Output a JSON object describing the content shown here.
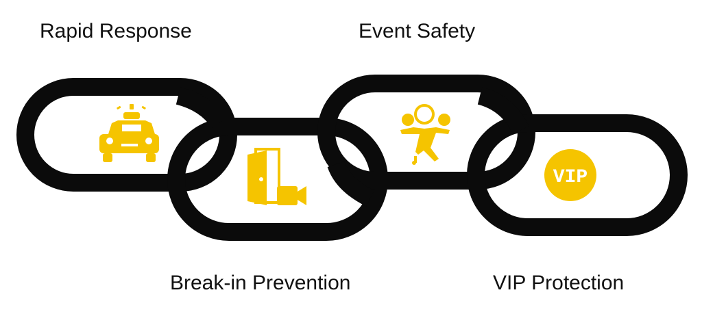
{
  "links": [
    {
      "label": "Rapid Response",
      "icon": "police-car-icon"
    },
    {
      "label": "Break-in Prevention",
      "icon": "door-camera-icon"
    },
    {
      "label": "Event Safety",
      "icon": "dancing-person-icon"
    },
    {
      "label": "VIP Protection",
      "icon": "vip-badge-icon"
    }
  ],
  "icon_badge_text": "VIP",
  "colors": {
    "chain": "#0b0b0b",
    "icon": "#f5c400",
    "background": "#ffffff",
    "text": "#111111"
  }
}
